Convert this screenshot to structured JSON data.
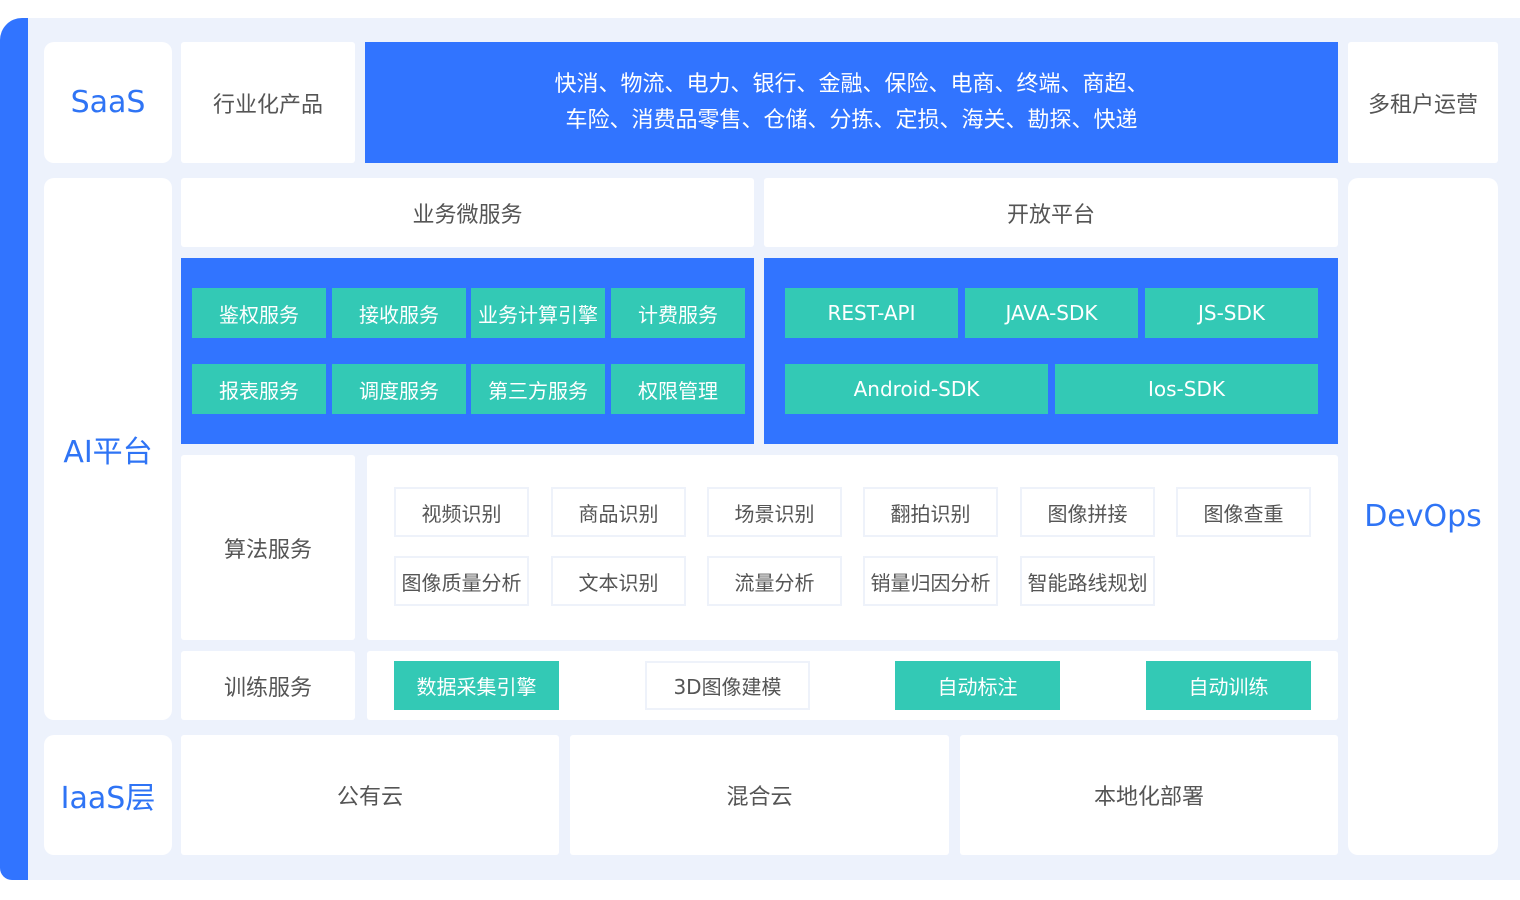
{
  "colors": {
    "primary": "#3174ff",
    "teal": "#33c9b5",
    "background": "#edf2fc",
    "label": "#2f74f5"
  },
  "layers": {
    "saas": "SaaS",
    "ai": "AI平台",
    "iaas": "IaaS层"
  },
  "saas": {
    "industry": "行业化产品",
    "industries_line1": "快消、物流、电力、银行、金融、保险、电商、终端、商超、",
    "industries_line2": "车险、消费品零售、仓储、分拣、定损、海关、勘探、快递",
    "tenant": "多租户运营"
  },
  "devops": "DevOps",
  "microservices": {
    "title": "业务微服务",
    "items": [
      "鉴权服务",
      "接收服务",
      "业务计算引擎",
      "计费服务",
      "报表服务",
      "调度服务",
      "第三方服务",
      "权限管理"
    ]
  },
  "open_platform": {
    "title": "开放平台",
    "items": [
      "REST-API",
      "JAVA-SDK",
      "JS-SDK",
      "Android-SDK",
      "Ios-SDK"
    ]
  },
  "algorithm": {
    "title": "算法服务",
    "items": [
      "视频识别",
      "商品识别",
      "场景识别",
      "翻拍识别",
      "图像拼接",
      "图像查重",
      "图像质量分析",
      "文本识别",
      "流量分析",
      "销量归因分析",
      "智能路线规划"
    ]
  },
  "training": {
    "title": "训练服务",
    "items": [
      "数据采集引擎",
      "3D图像建模",
      "自动标注",
      "自动训练"
    ]
  },
  "iaas": {
    "items": [
      "公有云",
      "混合云",
      "本地化部署"
    ]
  }
}
